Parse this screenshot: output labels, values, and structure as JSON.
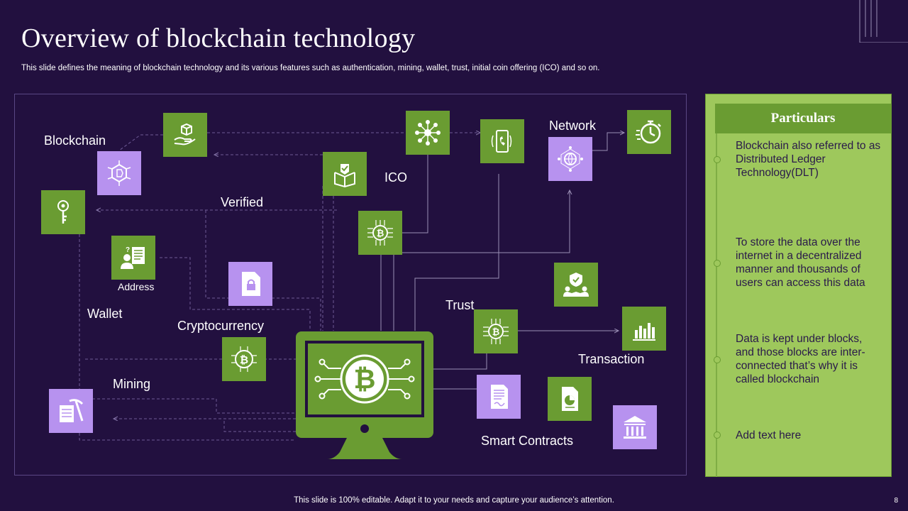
{
  "title": "Overview of blockchain technology",
  "subtitle": "This slide defines the meaning of blockchain technology and its various features such as authentication, mining, wallet, trust, initial coin offering (ICO)  and so on.",
  "labels": {
    "blockchain": "Blockchain",
    "verified": "Verified",
    "ico": "ICO",
    "network": "Network",
    "address": "Address",
    "wallet": "Wallet",
    "cryptocurrency": "Cryptocurrency",
    "mining": "Mining",
    "trust": "Trust",
    "transaction": "Transaction",
    "smart_contracts": "Smart Contracts"
  },
  "particulars": {
    "heading": "Particulars",
    "items": [
      "Blockchain also referred to as Distributed Ledger Technology(DLT)",
      "To store the data over the internet  in a decentralized manner and thousands  of users can access this data",
      "Data is kept under blocks, and those blocks are inter-connected that’s why it is called blockchain",
      "Add text here"
    ]
  },
  "footer": "This slide is 100% editable. Adapt it to your needs and capture your audience’s attention.",
  "page_number": "8",
  "colors": {
    "background": "#22103f",
    "green": "#6a9c32",
    "purple": "#b792ef",
    "panel_green": "#9ec85c"
  }
}
